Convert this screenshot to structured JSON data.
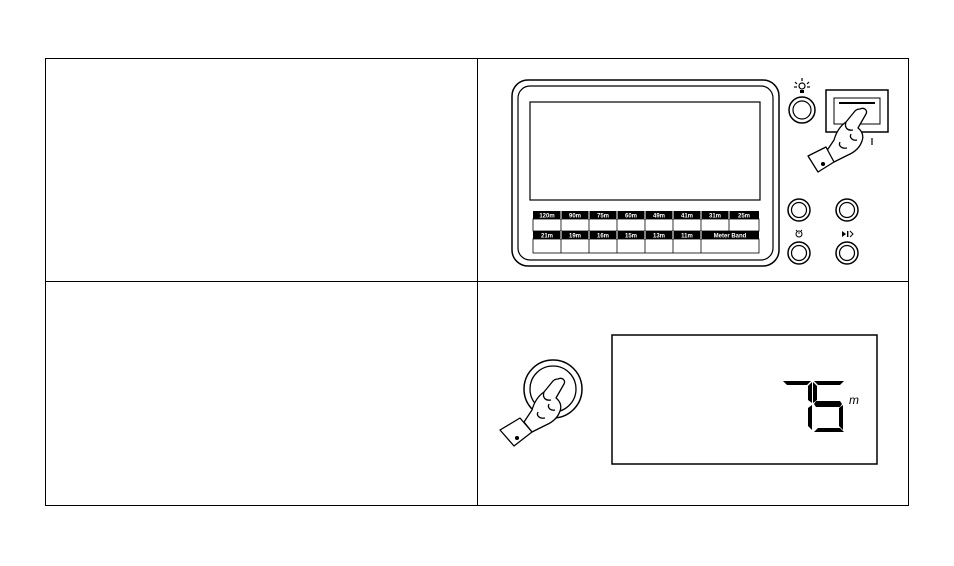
{
  "band_strip": {
    "row1": [
      "120m",
      "90m",
      "75m",
      "60m",
      "49m",
      "41m",
      "31m",
      "25m"
    ],
    "row2": [
      "21m",
      "19m",
      "16m",
      "15m",
      "13m",
      "11m",
      "Meter Band"
    ]
  },
  "display": {
    "value": "75",
    "unit": "m"
  },
  "icons": {
    "light": "light-bulb-icon",
    "alarm": "alarm-clock-icon",
    "play_pause": "play-pause-icon"
  }
}
